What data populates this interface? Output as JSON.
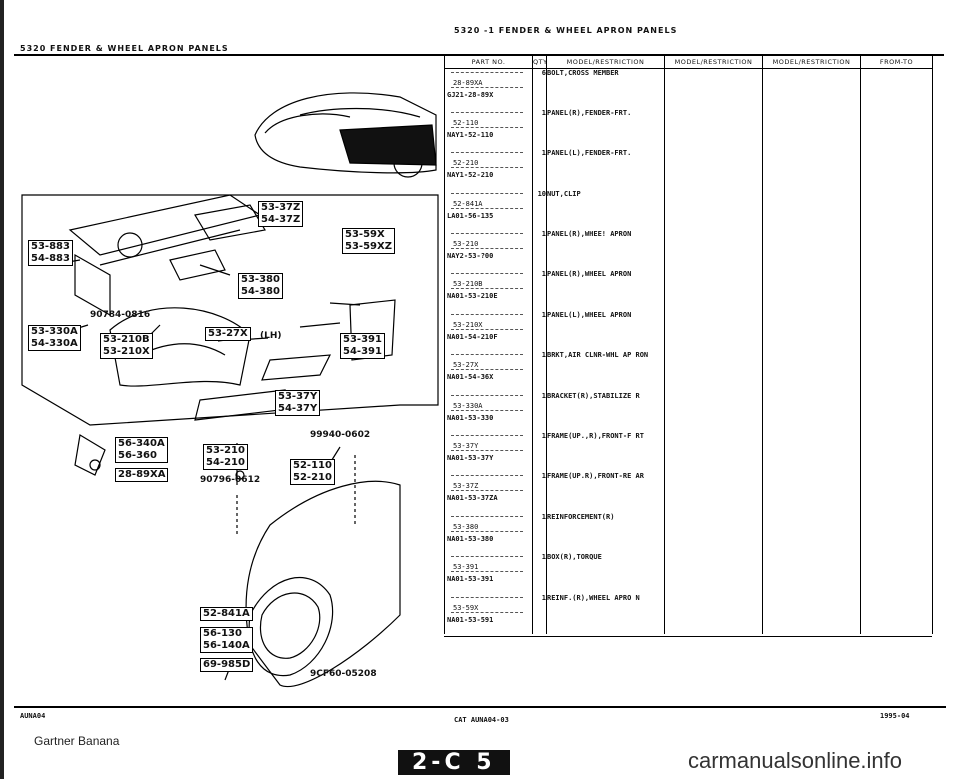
{
  "page": {
    "top_header": "5320  -1     FENDER & WHEEL APRON PANELS",
    "section_header": "5320    FENDER & WHEEL APRON PANELS",
    "footer_left": "AUNA04",
    "footer_center": "CAT  AUNA04-03",
    "footer_right": "1995-04",
    "watermark": "Gartner Banana",
    "page_tag": "2-C 5",
    "site": "carmanualsonline.info"
  },
  "diagram": {
    "callouts": {
      "c53372": [
        "53-37Z",
        "54-37Z"
      ],
      "c53883": [
        "53-883",
        "54-883"
      ],
      "c53380": [
        "53-380",
        "54-380"
      ],
      "c5359x": [
        "53-59X",
        "53-59XZ"
      ],
      "c53330": [
        "53-330A",
        "54-330A"
      ],
      "c53210b": [
        "53-210B",
        "53-210X"
      ],
      "c5327x": [
        "53-27X"
      ],
      "c53391": [
        "53-391",
        "54-391"
      ],
      "c5337y": [
        "53-37Y",
        "54-37Y"
      ],
      "c56340": [
        "56-340A",
        "56-360"
      ],
      "c2889": [
        "28-89XA"
      ],
      "c53210": [
        "53-210",
        "54-210"
      ],
      "c52110": [
        "52-110",
        "52-210"
      ],
      "c52841": [
        "52-841A"
      ],
      "c56130": [
        "56-130",
        "56-140A"
      ],
      "c69985": [
        "69-985D"
      ]
    },
    "labels": {
      "lh": "(LH)",
      "part_90784": "90784-0816",
      "part_99940": "99940-0602",
      "part_90796": "90796-0612",
      "drawing_no": "9CF60-05208"
    }
  },
  "table": {
    "headers": [
      "PART NO.",
      "QTY",
      "MODEL/RESTRICTION",
      "MODEL/RESTRICTION",
      "MODEL/RESTRICTION",
      "FROM-TO"
    ],
    "rows": [
      {
        "key": "28-89XA",
        "cat": "GJ21-28-89X",
        "qty": "6",
        "desc": "BOLT,CROSS MEMBER"
      },
      {
        "key": "52-110",
        "cat": "NAY1-52-110",
        "qty": "1",
        "desc": "PANEL(R),FENDER-FRT."
      },
      {
        "key": "52-210",
        "cat": "NAY1-52-210",
        "qty": "1",
        "desc": "PANEL(L),FENDER-FRT."
      },
      {
        "key": "52-841A",
        "cat": "LA01-56-135",
        "qty": "10",
        "desc": "NUT,CLIP"
      },
      {
        "key": "53-210",
        "cat": "NAY2-53-?00",
        "qty": "1",
        "desc": "PANEL(R),WHEE! APRON"
      },
      {
        "key": "53-210B",
        "cat": "NA01-53-210E",
        "qty": "1",
        "desc": "PANEL(R),WHEEL APRON"
      },
      {
        "key": "53-210X",
        "cat": "NA01-54-210F",
        "qty": "1",
        "desc": "PANEL(L),WHEEL APRON"
      },
      {
        "key": "53-27X",
        "cat": "NA01-54-36X",
        "qty": "1",
        "desc": "BRKT,AIR CLNR-WHL AP RON"
      },
      {
        "key": "53-330A",
        "cat": "NA01-53-330",
        "qty": "1",
        "desc": "BRACKET(R),STABILIZE R"
      },
      {
        "key": "53-37Y",
        "cat": "NA01-53-37Y",
        "qty": "1",
        "desc": "FRAME(UP.,R),FRONT-F RT"
      },
      {
        "key": "53-37Z",
        "cat": "NA01-53-37ZA",
        "qty": "1",
        "desc": "FRAME(UP.R),FRONT-RE AR"
      },
      {
        "key": "53-380",
        "cat": "NA01-53-380",
        "qty": "1",
        "desc": "REINFORCEMENT(R)"
      },
      {
        "key": "53-391",
        "cat": "NA01-53-391",
        "qty": "1",
        "desc": "BOX(R),TORQUE"
      },
      {
        "key": "53-59X",
        "cat": "NA01-53-591",
        "qty": "1",
        "desc": "REINF.(R),WHEEL APRO N"
      }
    ]
  }
}
